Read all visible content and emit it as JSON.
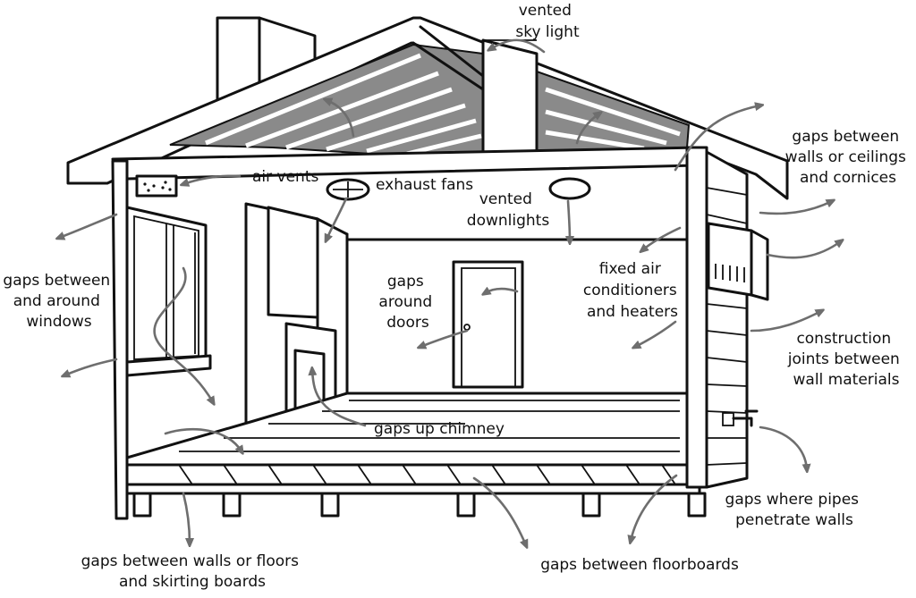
{
  "colors": {
    "line": "#111111",
    "arrow": "#6e6e6e",
    "roof_shade": "#8a8a8a",
    "background": "#ffffff"
  },
  "labels": {
    "vented_sky_light": [
      "vented",
      "sky light"
    ],
    "gaps_walls_ceilings_cornices": [
      "gaps between",
      "walls or ceilings",
      "and cornices"
    ],
    "air_vents": [
      "air vents"
    ],
    "exhaust_fans": [
      "exhaust fans"
    ],
    "vented_downlights": [
      "vented",
      "downlights"
    ],
    "gaps_windows": [
      "gaps between",
      "and around",
      "windows"
    ],
    "gaps_doors": [
      "gaps",
      "around",
      "doors"
    ],
    "fixed_air_conditioners": [
      "fixed air",
      "conditioners",
      "and heaters"
    ],
    "construction_joints": [
      "construction",
      "joints between",
      "wall materials"
    ],
    "gaps_chimney": [
      "gaps up chimney"
    ],
    "gaps_pipes": [
      "gaps where pipes",
      "penetrate walls"
    ],
    "gaps_walls_floors_skirting": [
      "gaps between walls or floors",
      "and skirting boards"
    ],
    "gaps_floorboards": [
      "gaps between floorboards"
    ]
  }
}
